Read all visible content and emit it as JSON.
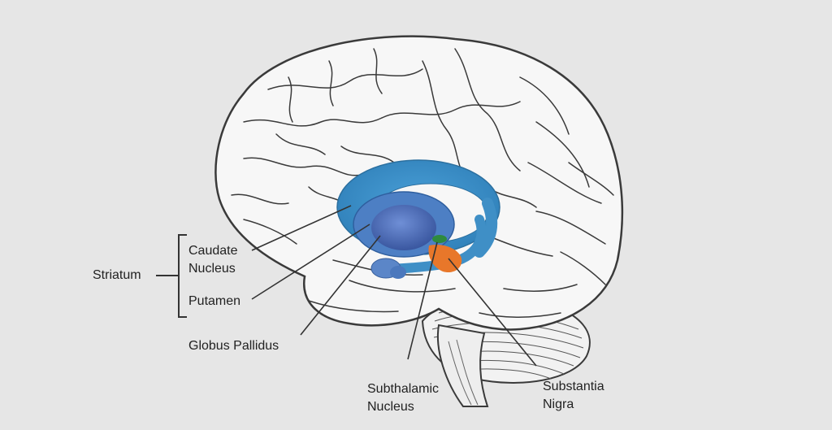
{
  "labels": {
    "striatum": "Striatum",
    "caudate_nucleus": [
      "Caudate",
      "Nucleus"
    ],
    "putamen": "Putamen",
    "globus_pallidus": "Globus Pallidus",
    "subthalamic_nucleus": [
      "Subthalamic",
      "Nucleus"
    ],
    "substantia_nigra": [
      "Substantia",
      "Nigra"
    ]
  },
  "colors": {
    "background": "#e6e6e6",
    "brain_fill": "#f7f7f7",
    "brain_outline": "#3a3a3a",
    "caudate": "#3f8fc6",
    "putamen": "#5a79c0",
    "globus_pallidus": "#4060a8",
    "subthalamic": "#2e8a3e",
    "substantia_nigra": "#e8772a",
    "leader_line": "#333333"
  }
}
